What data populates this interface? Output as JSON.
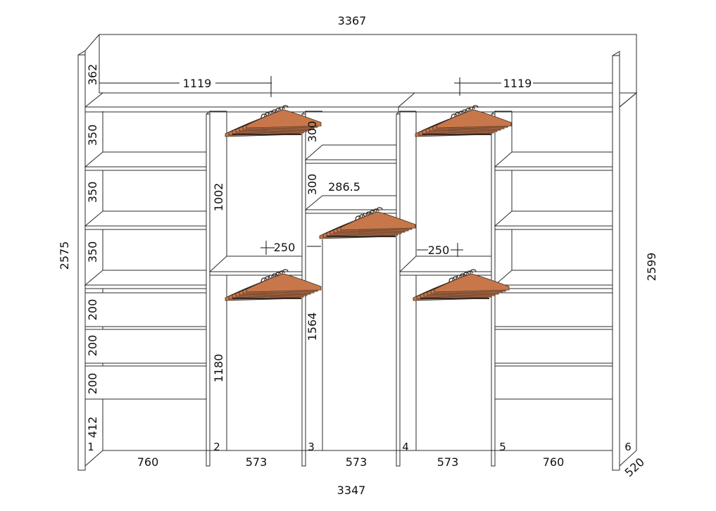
{
  "colors": {
    "line": "#2b2b2b",
    "hanger_wood": "#c8774a",
    "hanger_dark": "#3a2a22"
  },
  "dimensions": {
    "overall_top_width": "3367",
    "overall_bottom_width": "3347",
    "left_height": "2575",
    "right_height": "2599",
    "depth": "520",
    "top_mezzanine_height": "362",
    "left_top_span": "1119",
    "right_top_span": "1119",
    "col1_shelf_1": "350",
    "col1_shelf_2": "350",
    "col1_shelf_3": "350",
    "col1_drawer_1": "200",
    "col1_drawer_2": "200",
    "col1_drawer_3": "200",
    "col1_bottom": "412",
    "col2_upper": "1002",
    "col2_lower": "1180",
    "col2_offset": "250",
    "col3_shelf_1": "300",
    "col3_shelf_2": "300",
    "col3_shelf_depth": "286.5",
    "col3_lower": "1564",
    "col4_offset": "250",
    "width_col1": "760",
    "width_col2": "573",
    "width_col3": "573",
    "width_col4": "573",
    "width_col5": "760"
  },
  "panel_numbers": [
    "1",
    "2",
    "3",
    "4",
    "5",
    "6"
  ]
}
